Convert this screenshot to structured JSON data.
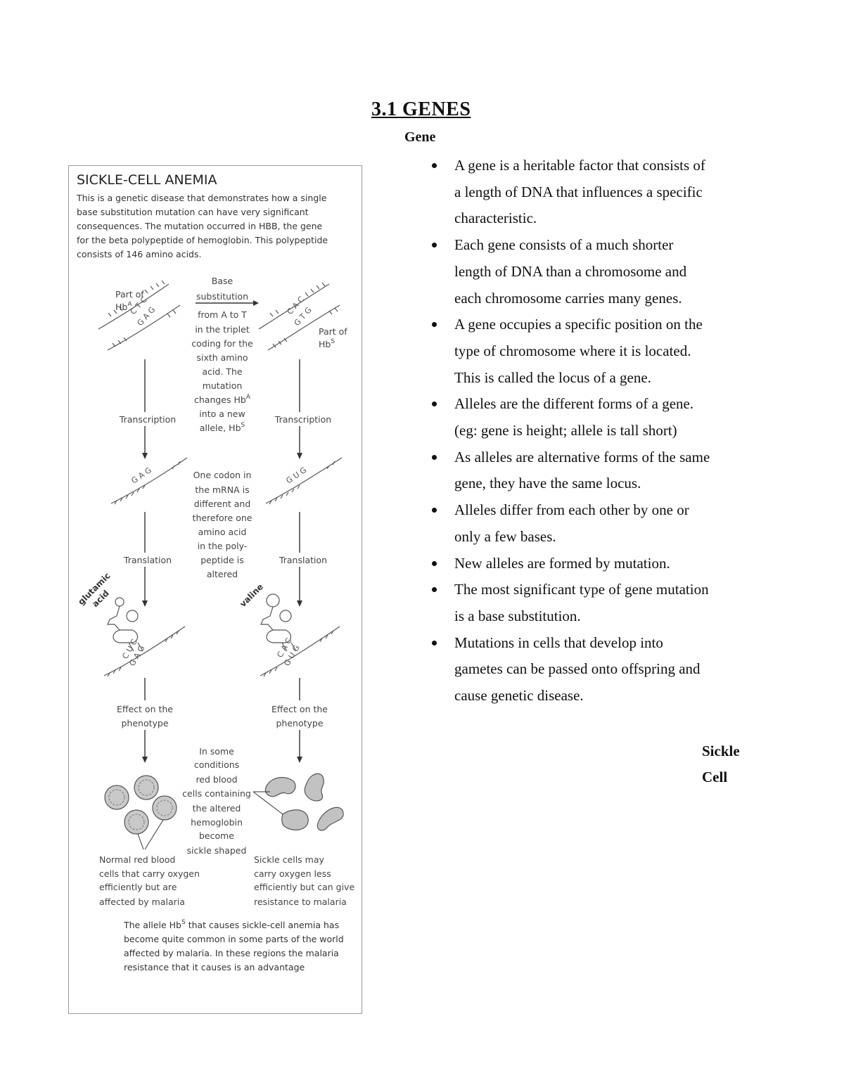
{
  "document": {
    "title": "3.1 GENES",
    "heading": "Gene",
    "bullets": [
      [
        "A gene is a heritable factor that consists of",
        "a length of DNA that influences a specific",
        "characteristic."
      ],
      [
        "Each gene consists of a much shorter",
        "length of DNA than a chromosome and",
        "each chromosome carries many genes."
      ],
      [
        "A gene occupies a specific position on the",
        "type of chromosome where it is located.",
        "This is called the locus of a gene."
      ],
      [
        "Alleles are the different forms of a gene.",
        "(eg: gene is height; allele is tall short)"
      ],
      [
        "As alleles are alternative forms of the same",
        "gene, they have the same locus."
      ],
      [
        "Alleles differ from each other by one or",
        "only a few bases."
      ],
      [
        "New alleles are formed by mutation."
      ],
      [
        "The most significant type of gene mutation",
        "is a base substitution."
      ],
      [
        "Mutations in cells that develop into",
        "gametes can be passed onto offspring and",
        "cause genetic disease."
      ]
    ],
    "side_heading": [
      "Sickle",
      "Cell"
    ]
  },
  "figure": {
    "title": "SICKLE-CELL ANEMIA",
    "intro": [
      "This is a genetic disease that demonstrates how a single",
      "base substitution mutation can have very significant",
      "consequences. The mutation occurred in HBB, the gene",
      "for the beta polypeptide of hemoglobin. This polypeptide",
      "consists of 146 amino acids."
    ],
    "left_dna_label": [
      "Part of",
      "Hb",
      "A"
    ],
    "right_dna_label": [
      "Part of",
      "Hb",
      "S"
    ],
    "left_dna_bases": {
      "top": "C T C",
      "bottom": "G A G"
    },
    "right_dna_bases": {
      "top": "C A C",
      "bottom": "G T G"
    },
    "center_arrow_label": [
      "Base",
      "substitution"
    ],
    "center_mutation_text": [
      "from A to T",
      "in the triplet",
      "coding for the",
      "sixth amino",
      "acid. The",
      "mutation",
      "changes Hb",
      "into a new",
      "allele, Hb"
    ],
    "transcription_label": "Transcription",
    "translation_label": "Translation",
    "left_mrna": "G A G",
    "right_mrna": "G U G",
    "codon_text": [
      "One codon in",
      "the mRNA is",
      "different and",
      "therefore one",
      "amino acid",
      "in the poly-",
      "peptide is",
      "altered"
    ],
    "left_amino_acid": [
      "glutamic",
      "acid"
    ],
    "right_amino_acid": "valine",
    "left_trna_bases": {
      "top": "C U C",
      "bottom": "G A G"
    },
    "right_trna_bases": {
      "top": "C A C",
      "bottom": "G U G"
    },
    "effect_label": [
      "Effect on the",
      "phenotype"
    ],
    "center_conditions_text": [
      "In some",
      "conditions",
      "red blood",
      "cells containing",
      "the altered",
      "hemoglobin",
      "become",
      "sickle shaped"
    ],
    "normal_cells_text": [
      "Normal red blood",
      "cells that carry oxygen",
      "efficiently but are",
      "affected by malaria"
    ],
    "sickle_cells_text": [
      "Sickle cells may",
      "carry oxygen less",
      "efficiently but can give",
      "resistance to malaria"
    ],
    "footer_text": [
      "The allele Hb",
      "S",
      " that causes sickle-cell anemia has",
      "become quite common in some parts of the world",
      "affected by malaria. In these regions the malaria",
      "resistance that it causes is an advantage"
    ]
  }
}
